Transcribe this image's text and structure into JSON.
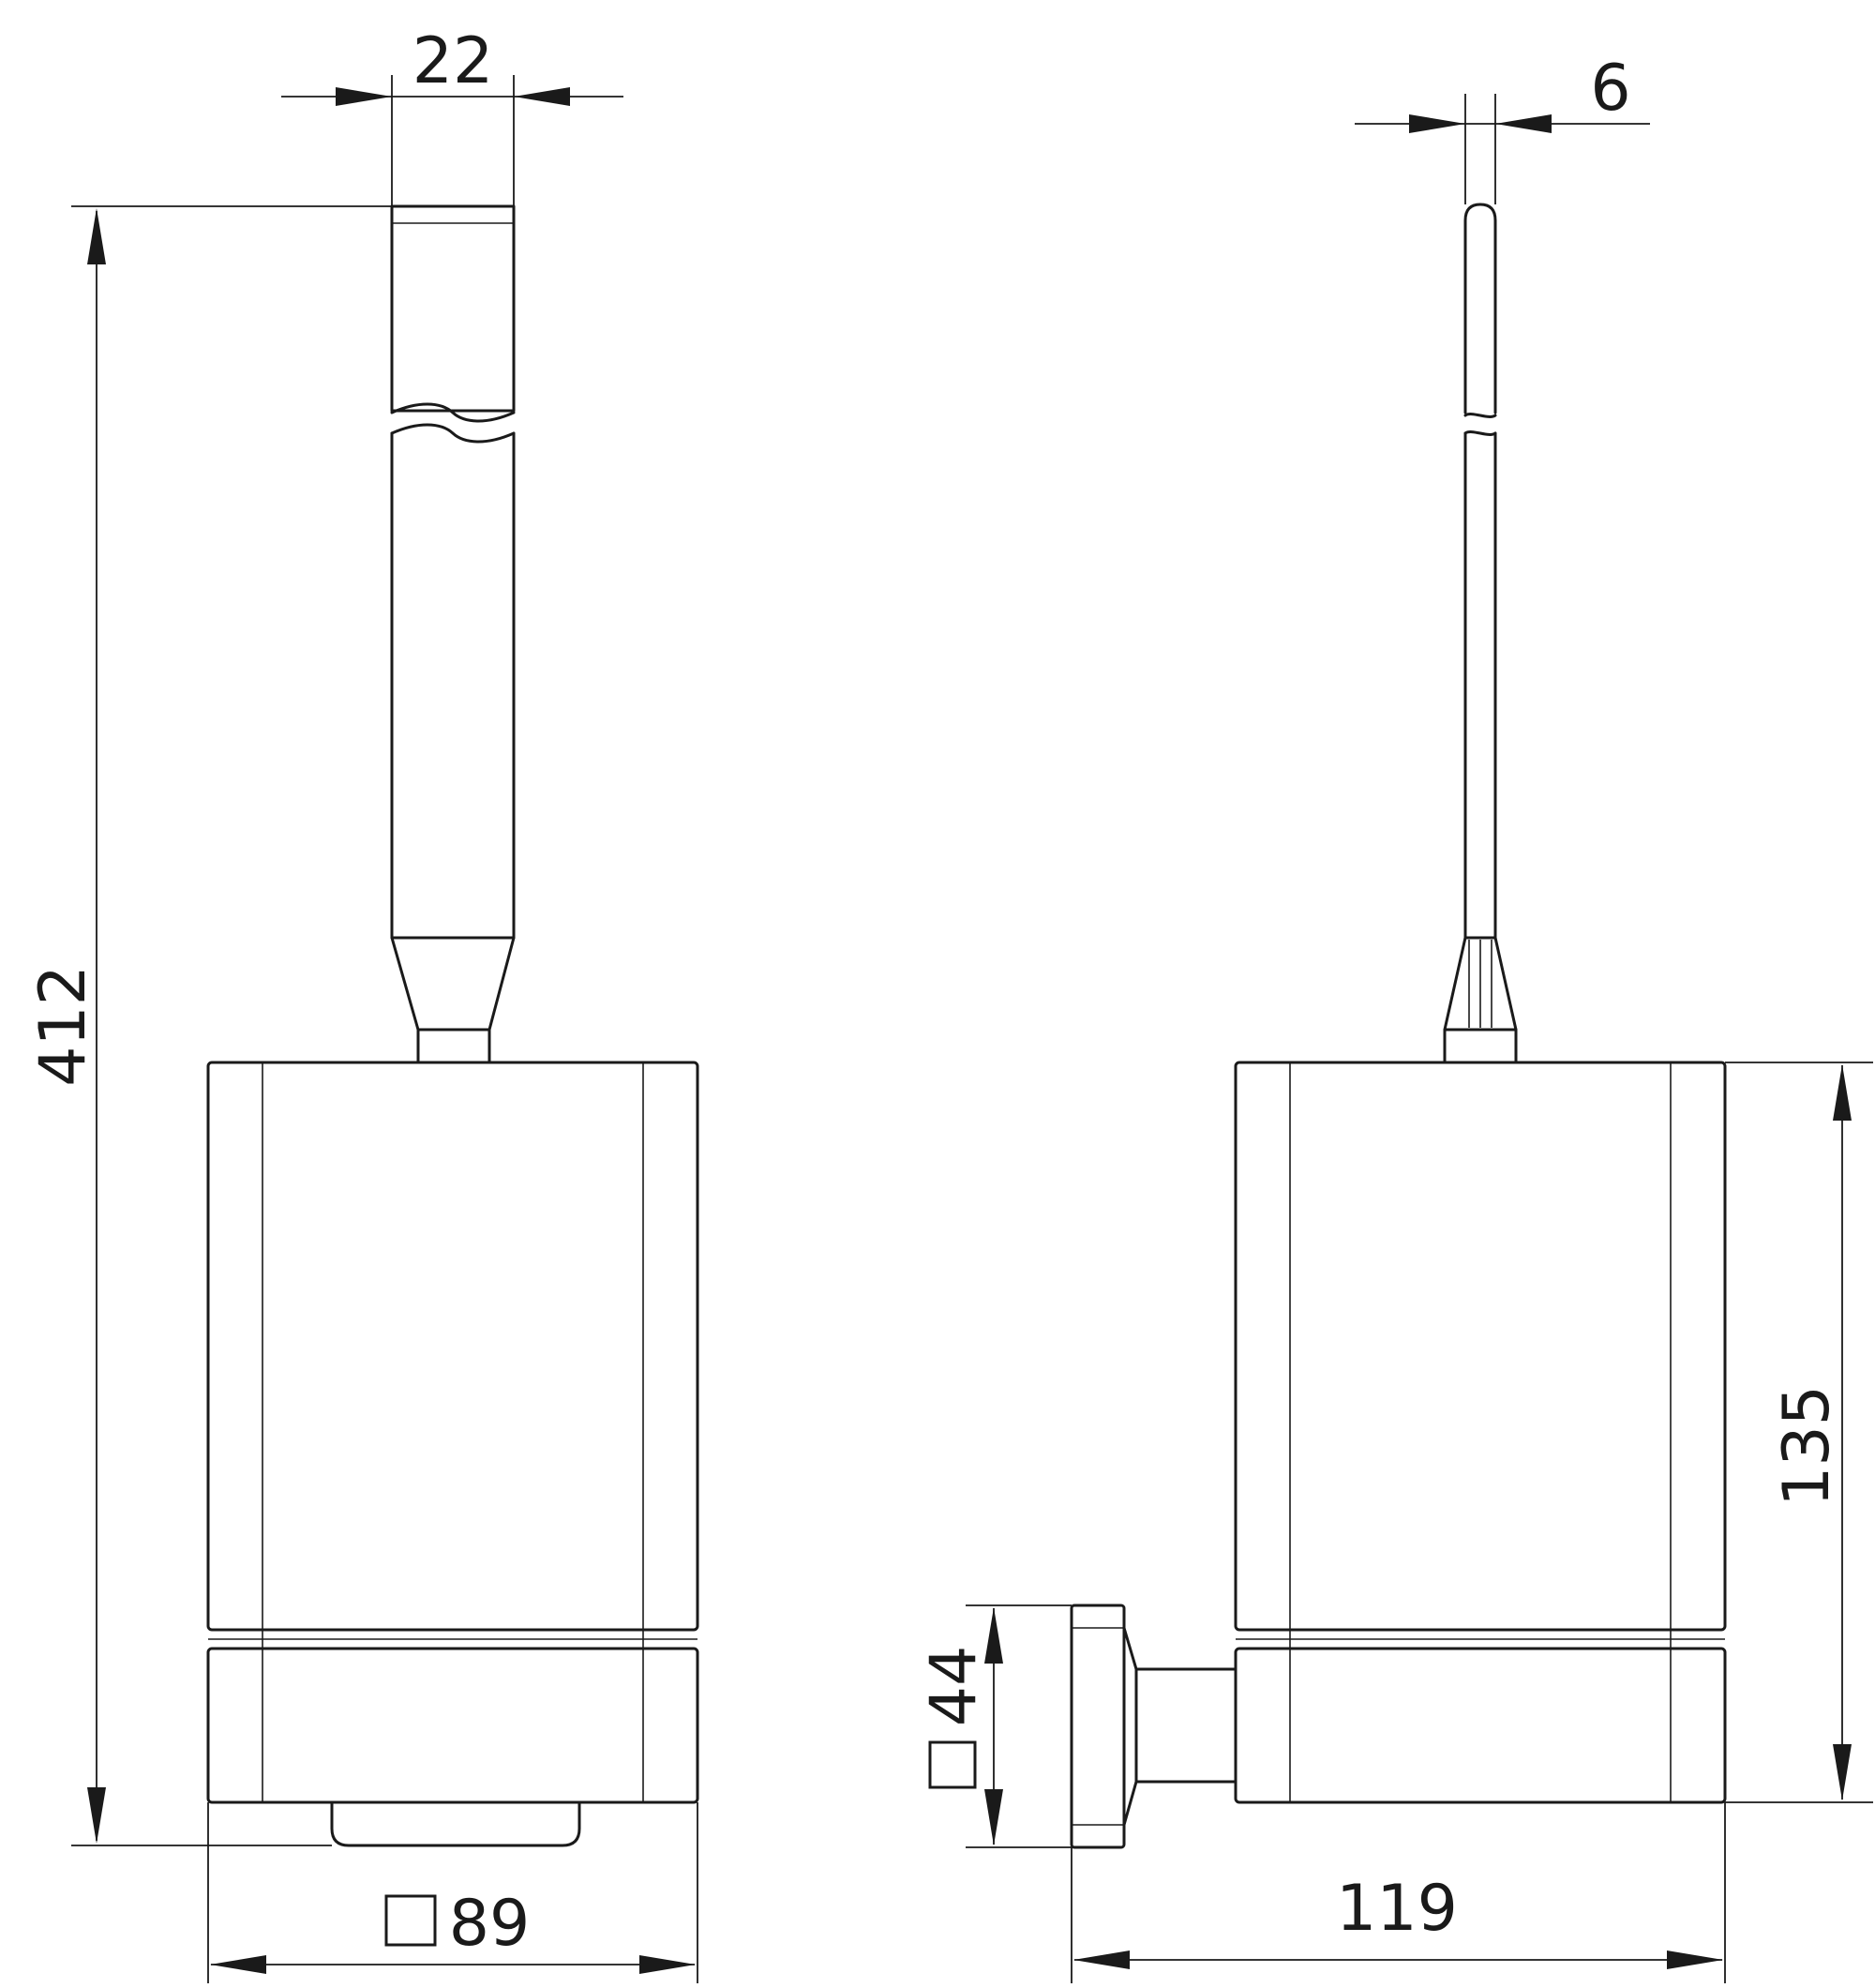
{
  "dimensions": {
    "handle_width": "22",
    "rod_diameter": "6",
    "total_height": "412",
    "holder_height": "135",
    "base_square": "89",
    "wall_plate_square": "44",
    "projection": "119"
  },
  "symbols": {
    "square": "square-symbol"
  }
}
